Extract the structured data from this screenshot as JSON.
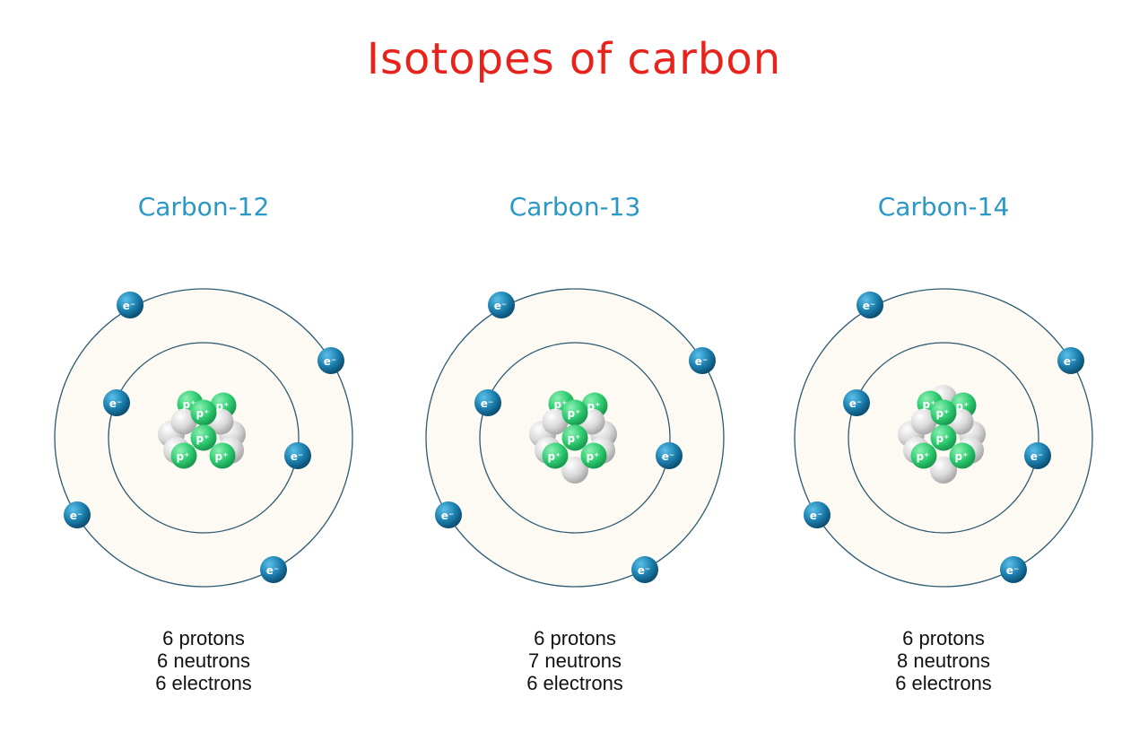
{
  "title": "Isotopes of carbon",
  "electron_label": "e",
  "proton_label": "p",
  "isotopes": [
    {
      "name": "Carbon-12",
      "protons": 6,
      "neutrons": 6,
      "electrons": 6,
      "lines": [
        "6 protons",
        "6 neutrons",
        "6 electrons"
      ]
    },
    {
      "name": "Carbon-13",
      "protons": 6,
      "neutrons": 7,
      "electrons": 6,
      "lines": [
        "6 protons",
        "7 neutrons",
        "6 electrons"
      ]
    },
    {
      "name": "Carbon-14",
      "protons": 6,
      "neutrons": 8,
      "electrons": 6,
      "lines": [
        "6 protons",
        "8 neutrons",
        "6 electrons"
      ]
    }
  ],
  "colors": {
    "title": "#e8231c",
    "label": "#2a98c6",
    "proton": "#2ecc71",
    "neutron": "#d9d9d9",
    "electron": "#1b7fae",
    "shell_fill": "#fdf9f3",
    "orbit": "#2b5b73"
  }
}
